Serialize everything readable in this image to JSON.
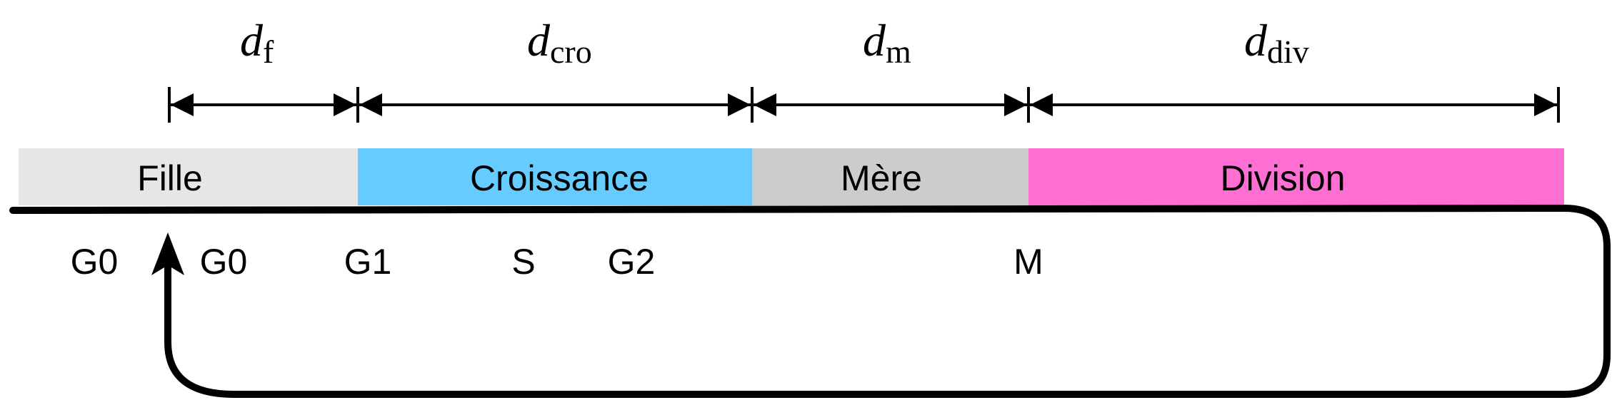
{
  "durations": [
    {
      "symbol": "d",
      "subscript": "f"
    },
    {
      "symbol": "d",
      "subscript": "cro"
    },
    {
      "symbol": "d",
      "subscript": "m"
    },
    {
      "symbol": "d",
      "subscript": "div"
    }
  ],
  "phases": [
    {
      "label": "Fille",
      "color": "#e6e6e6"
    },
    {
      "label": "Croissance",
      "color": "#66ccff"
    },
    {
      "label": "Mère",
      "color": "#cccccc"
    },
    {
      "label": "Division",
      "color": "#ff6fd3"
    }
  ],
  "stages": [
    "G0",
    "G0",
    "G1",
    "S",
    "G2",
    "M"
  ],
  "colors": {
    "line": "#000000"
  }
}
